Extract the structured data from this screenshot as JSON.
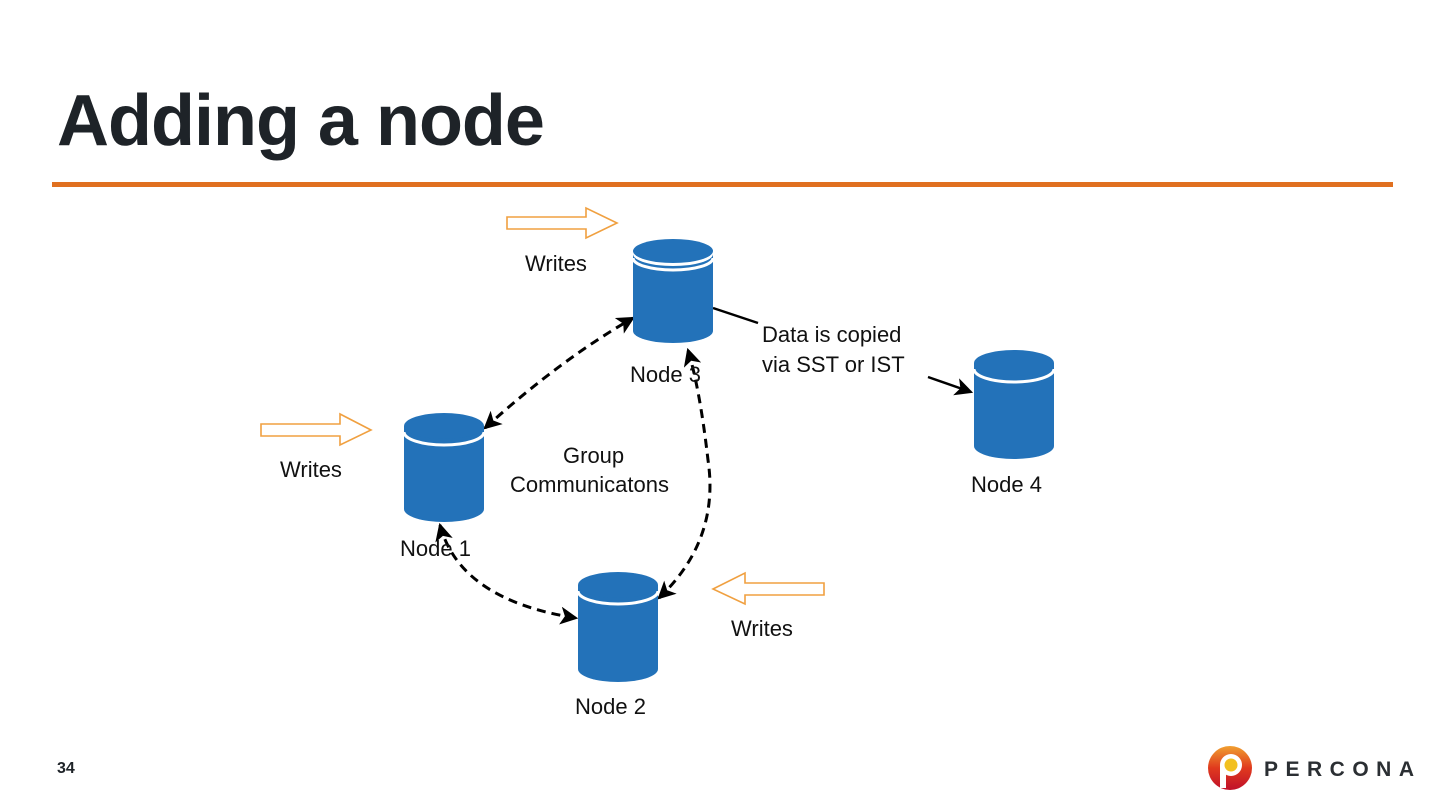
{
  "slide": {
    "title": "Adding a node",
    "page_number": "34",
    "accent_color": "#e07020",
    "node_color": "#2372b9",
    "write_arrow_color": "#f0a040"
  },
  "logo": {
    "icon": "percona-p-logo-icon",
    "text": "PERCONA"
  },
  "diagram": {
    "nodes": [
      {
        "id": "node1",
        "label": "Node 1"
      },
      {
        "id": "node2",
        "label": "Node 2"
      },
      {
        "id": "node3",
        "label": "Node 3"
      },
      {
        "id": "node4",
        "label": "Node 4"
      }
    ],
    "writes_labels": [
      "Writes",
      "Writes",
      "Writes"
    ],
    "group_label_line1": "Group",
    "group_label_line2": "Communicatons",
    "copy_label_line1": "Data is copied",
    "copy_label_line2": "via SST or IST",
    "edges": [
      {
        "from": "node1",
        "to": "node3",
        "style": "dashed",
        "bidirectional": true
      },
      {
        "from": "node1",
        "to": "node2",
        "style": "dashed",
        "bidirectional": true
      },
      {
        "from": "node2",
        "to": "node3",
        "style": "dashed",
        "bidirectional": true
      },
      {
        "from": "node3",
        "to": "node4",
        "style": "solid",
        "bidirectional": false
      }
    ]
  }
}
